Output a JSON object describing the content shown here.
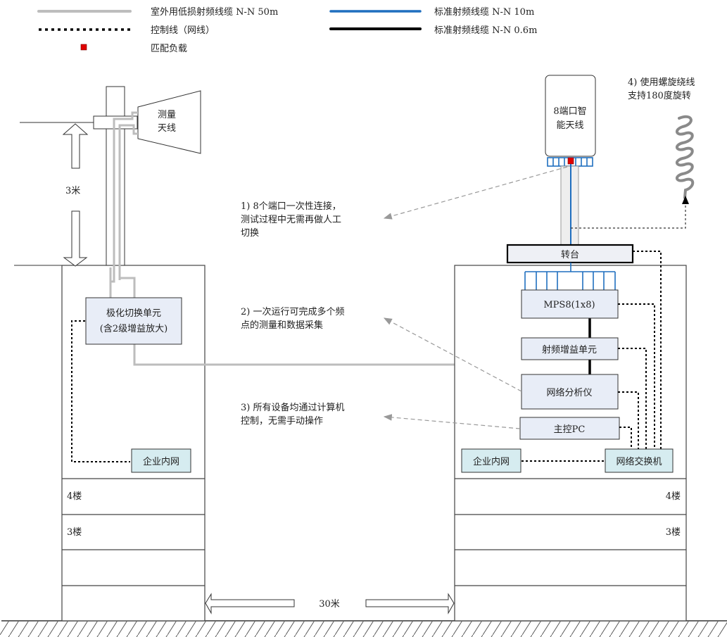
{
  "legend": {
    "items": [
      {
        "key": "outdoor-cable",
        "label": "室外用低损射频线缆 N-N 50m",
        "style": "thick-gray"
      },
      {
        "key": "control-line",
        "label": "控制线（网线）",
        "style": "dotted-black"
      },
      {
        "key": "matched-load",
        "label": "匹配负载",
        "style": "red-square"
      },
      {
        "key": "std-cable-10m",
        "label": "标准射频线缆 N-N 10m",
        "style": "blue"
      },
      {
        "key": "std-cable-06m",
        "label": "标准射频线缆 N-N 0.6m",
        "style": "black"
      }
    ]
  },
  "colors": {
    "outdoor_cable": "#bdbdbd",
    "std_cable_10m": "#1f6fbf",
    "std_cable_06m": "#000000",
    "matched_load": "#e00000",
    "box_fill": "#e8edf7",
    "net_box_fill": "#d6ecf0",
    "turntable_fill": "#eef0f5",
    "callout_arrow": "#999999"
  },
  "left_building": {
    "antenna_label_1": "测量",
    "antenna_label_2": "天线",
    "height_label": "3米",
    "polarization_unit_line1": "极化切换单元",
    "polarization_unit_line2": "(含2级增益放大)",
    "intranet": "企业内网",
    "floors": [
      "4楼",
      "3楼"
    ]
  },
  "right_building": {
    "smart_antenna_line1": "8端口智",
    "smart_antenna_line2": "能天线",
    "turntable": "转台",
    "mps8": "MPS8(1x8)",
    "rf_gain": "射频增益单元",
    "network_analyzer": "网络分析仪",
    "master_pc": "主控PC",
    "intranet": "企业内网",
    "switch": "网络交换机",
    "floors": [
      "4楼",
      "3楼"
    ]
  },
  "distance_label": "30米",
  "notes": [
    {
      "id": "1",
      "lines": [
        "1) 8个端口一次性连接，",
        "测试过程中无需再做人工",
        "切换"
      ]
    },
    {
      "id": "2",
      "lines": [
        "2) 一次运行可完成多个频",
        "点的测量和数据采集"
      ]
    },
    {
      "id": "3",
      "lines": [
        "3) 所有设备均通过计算机",
        "控制，无需手动操作"
      ]
    },
    {
      "id": "4",
      "lines": [
        "4) 使用螺旋绕线",
        "支持180度旋转"
      ]
    }
  ]
}
